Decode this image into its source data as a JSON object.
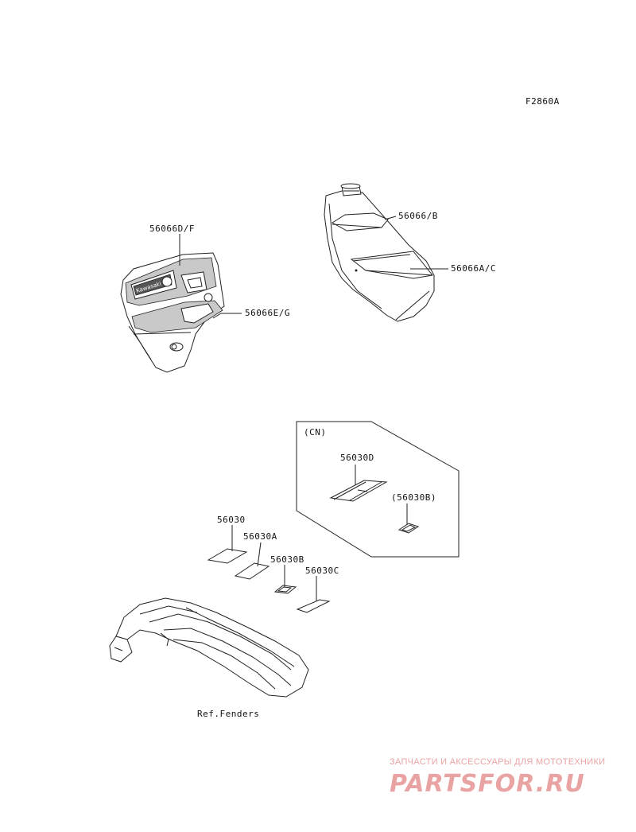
{
  "figure_code": "F2860A",
  "labels": {
    "shroud_upper": "56066D/F",
    "shroud_lower": "56066E/G",
    "tank_upper": "56066/B",
    "tank_lower": "56066A/C",
    "cn_group": "(CN)",
    "cn_label_d": "56030D",
    "cn_label_b": "(56030B)",
    "label_base": "56030",
    "label_a": "56030A",
    "label_b": "56030B",
    "label_c": "56030C",
    "fender_ref": "Ref.Fenders"
  },
  "decal_text": "Kawasaki",
  "watermark": {
    "subtitle": "ЗАПЧАСТИ И АКСЕССУАРЫ ДЛЯ МОТОТЕХНИКИ",
    "logo": "PARTSFOR.RU",
    "color": "#e9a3a3"
  }
}
